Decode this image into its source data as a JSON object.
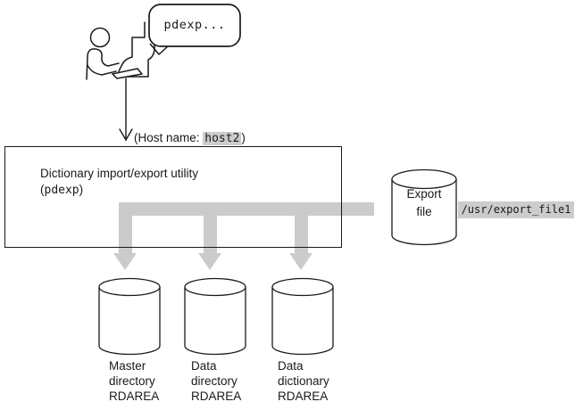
{
  "figure": {
    "description": "Dictionary import/export utility diagram",
    "background": "#ffffff"
  },
  "colors": {
    "stroke": "#1a1a1a",
    "flow_arrow_gray": "#cbcbcb",
    "highlight_gray": "#cccccc"
  },
  "operator": {
    "speech_bubble_text": "pdexp...",
    "host_label_prefix": "(Host name: ",
    "host_name": "host2",
    "host_label_suffix": ")"
  },
  "utility_box": {
    "title": "Dictionary import/export utility",
    "code_prefix": "(",
    "code": "pdexp",
    "code_suffix": ")"
  },
  "export_file": {
    "label_line1": "Export",
    "label_line2": "file",
    "path": "/usr/export_file1"
  },
  "rdareas": [
    {
      "lines": [
        "Master",
        "directory",
        "RDAREA"
      ]
    },
    {
      "lines": [
        "Data",
        "directory",
        "RDAREA"
      ]
    },
    {
      "lines": [
        "Data",
        "dictionary",
        "RDAREA"
      ]
    }
  ],
  "icons": {
    "person": "person-at-terminal-icon",
    "bubble": "speech-bubble",
    "down_arrow": "command-flow-arrow",
    "flow": "export-flow-arrows",
    "cylinders": "database-cylinder-icons"
  }
}
